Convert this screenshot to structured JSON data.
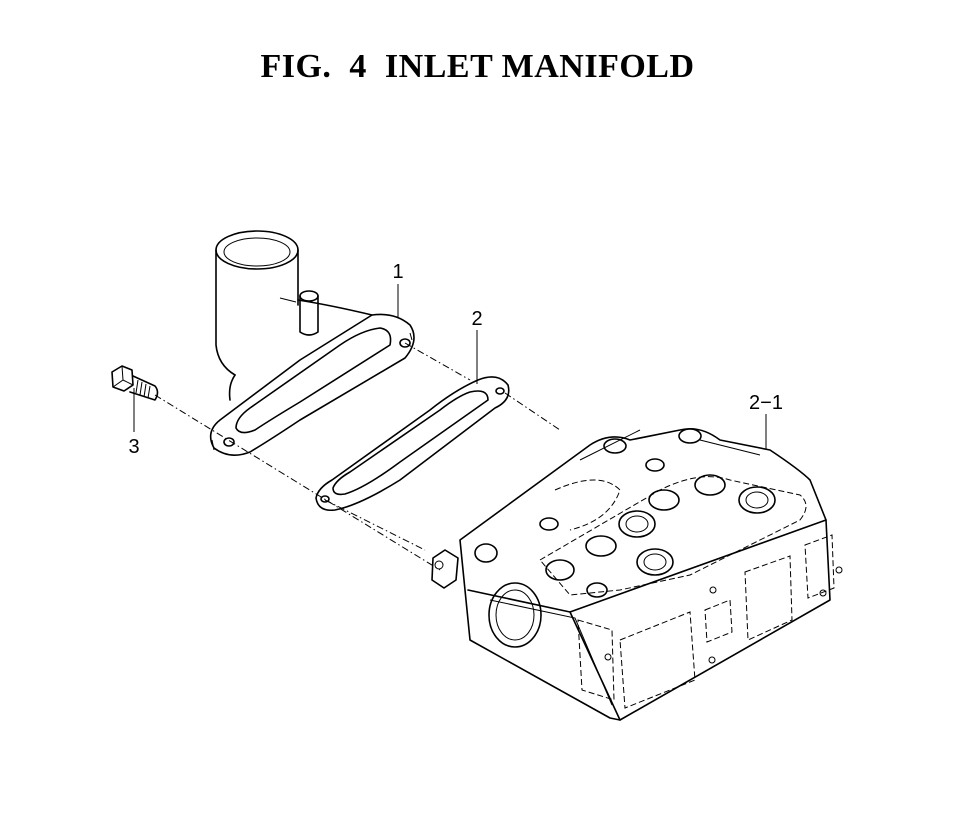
{
  "figure": {
    "title": "FIG.  4  INLET MANIFOLD"
  },
  "callouts": [
    {
      "id": "1",
      "label": "1",
      "part": "inlet-manifold"
    },
    {
      "id": "2",
      "label": "2",
      "part": "gasket"
    },
    {
      "id": "2-1",
      "label": "2−1",
      "part": "cylinder-head"
    },
    {
      "id": "3",
      "label": "3",
      "part": "bolt"
    }
  ]
}
